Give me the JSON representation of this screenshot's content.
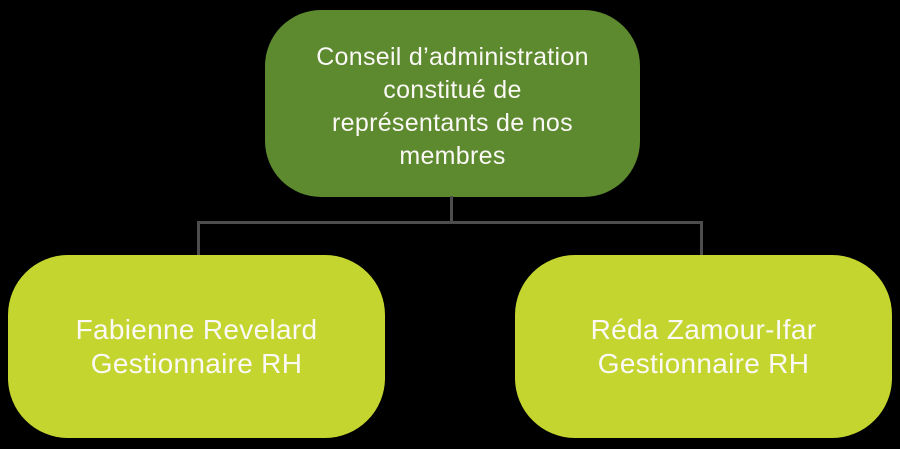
{
  "colors": {
    "bg": "#000000",
    "root-fill": "#5d892f",
    "child-fill": "#c5d52f",
    "connector": "#4d4d4d",
    "text": "#faf9f5"
  },
  "org": {
    "root": {
      "label": "Conseil d’administration constitué de représentants de nos membres",
      "lines": [
        "Conseil d’administration",
        "constitué de",
        "représentants de nos",
        "membres"
      ]
    },
    "children": [
      {
        "name": "Fabienne Revelard",
        "role": "Gestionnaire RH"
      },
      {
        "name": "Réda Zamour-Ifar",
        "role": "Gestionnaire RH"
      }
    ]
  }
}
